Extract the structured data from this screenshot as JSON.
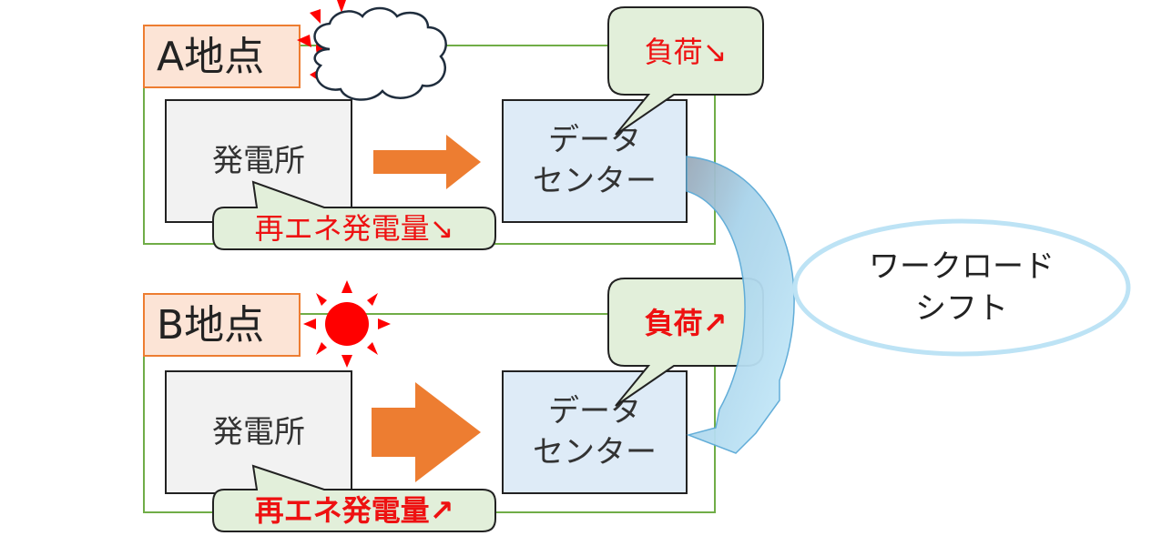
{
  "site_a": {
    "label": "A地点",
    "weather_icon": "cloud-icon",
    "power_plant_label": "発電所",
    "data_center_lines": [
      "データ",
      "センター"
    ],
    "load_callout": "負荷↘",
    "renewable_callout": "再エネ発電量↘"
  },
  "site_b": {
    "label": "B地点",
    "weather_icon": "sun-icon",
    "power_plant_label": "発電所",
    "data_center_lines": [
      "データ",
      "センター"
    ],
    "load_callout": "負荷↗",
    "renewable_callout": "再エネ発電量↗"
  },
  "workload_shift": {
    "lines": [
      "ワークロード",
      "シフト"
    ]
  },
  "colors": {
    "site_label_bg": "#fce4d6",
    "site_label_border": "#ed7d31",
    "frame_green": "#70ad47",
    "plant_bg": "#f2f2f2",
    "datacenter_bg": "#deebf7",
    "callout_bg": "#e2efda",
    "arrow_orange": "#ed7d31",
    "sun_red": "#ff0000",
    "shift_arrow": "#bde3f5",
    "shift_ellipse_border": "#bde3f5",
    "red_text": "#ee1111"
  }
}
